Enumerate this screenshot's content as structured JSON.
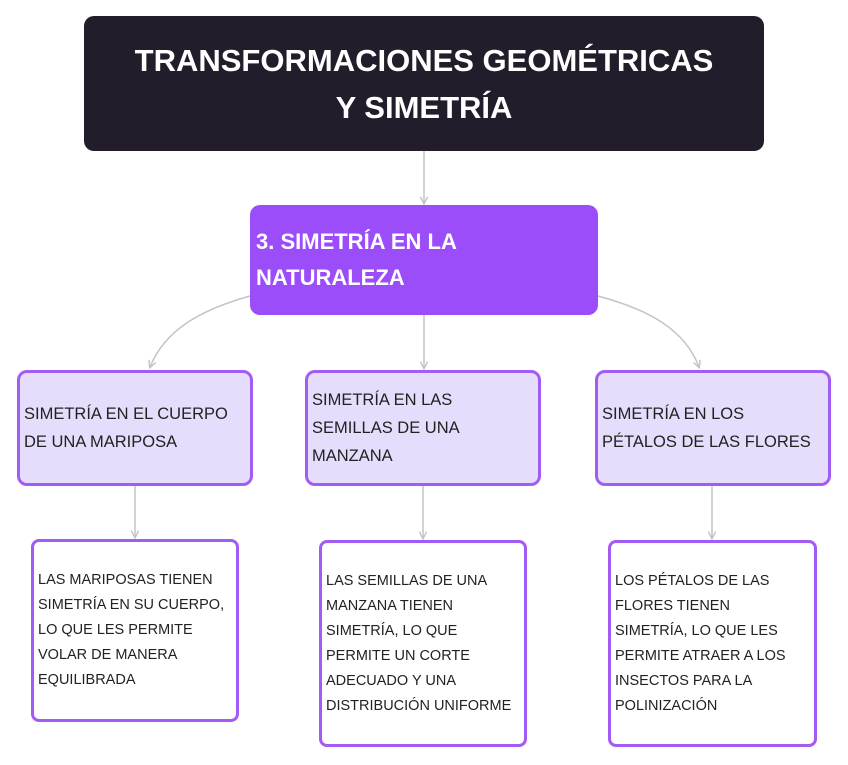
{
  "root": {
    "title": "TRANSFORMACIONES GEOMÉTRICAS Y SIMETRÍA"
  },
  "subtopic": {
    "title": "3. SIMETRÍA EN LA NATURALEZA"
  },
  "branches": [
    {
      "title": "SIMETRÍA EN EL CUERPO DE UNA MARIPOSA",
      "detail": "LAS MARIPOSAS TIENEN SIMETRÍA EN SU CUERPO, LO QUE LES PERMITE VOLAR DE MANERA EQUILIBRADA"
    },
    {
      "title": "SIMETRÍA EN LAS SEMILLAS DE UNA MANZANA",
      "detail": "LAS SEMILLAS DE UNA MANZANA TIENEN SIMETRÍA, LO QUE PERMITE UN CORTE ADECUADO Y UNA DISTRIBUCIÓN UNIFORME"
    },
    {
      "title": "SIMETRÍA EN LOS PÉTALOS DE LAS FLORES",
      "detail": "LOS PÉTALOS DE LAS FLORES TIENEN SIMETRÍA, LO QUE LES PERMITE ATRAER A LOS INSECTOS PARA LA POLINIZACIÓN"
    }
  ],
  "colors": {
    "root_fill": "#231d2b",
    "subtopic_fill": "#9b4dfa",
    "branch_fill": "#e6dcfb",
    "border_accent": "#a35cf3",
    "connector": "#c4c4c4"
  }
}
